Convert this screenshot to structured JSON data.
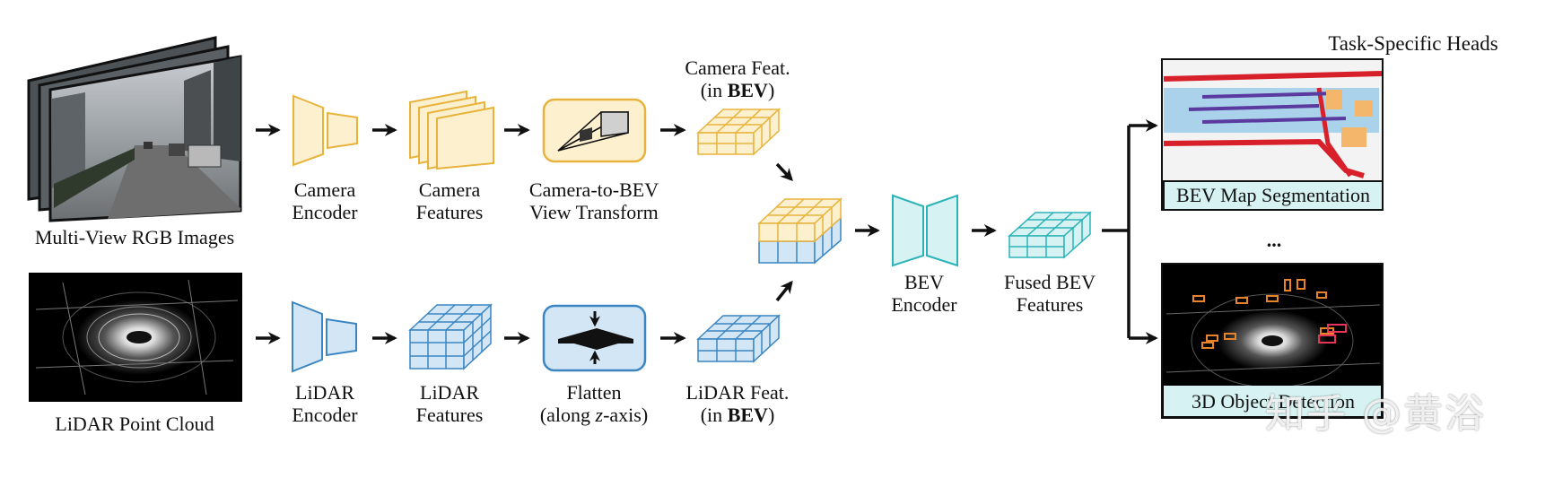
{
  "inputs": {
    "camera_label": "Multi-View RGB Images",
    "lidar_label": "LiDAR Point Cloud"
  },
  "camera_branch": {
    "encoder": [
      "Camera",
      "Encoder"
    ],
    "features": [
      "Camera",
      "Features"
    ],
    "transform": [
      "Camera-to-BEV",
      "View Transform"
    ],
    "bev_feat_line1": "Camera Feat.",
    "bev_feat_prefix": "(in ",
    "bev_feat_bold": "BEV",
    "bev_feat_suffix": ")"
  },
  "lidar_branch": {
    "encoder": [
      "LiDAR",
      "Encoder"
    ],
    "features": [
      "LiDAR",
      "Features"
    ],
    "flatten_line1": "Flatten",
    "flatten_prefix": "(along ",
    "flatten_italic": "z",
    "flatten_suffix": "-axis)",
    "bev_feat_line1": "LiDAR Feat.",
    "bev_feat_prefix": "(in ",
    "bev_feat_bold": "BEV",
    "bev_feat_suffix": ")"
  },
  "fusion": {
    "bev_encoder": [
      "BEV",
      "Encoder"
    ],
    "fused_features": [
      "Fused BEV",
      "Features"
    ]
  },
  "heads": {
    "title": "Task-Specific Heads",
    "segmentation": "BEV Map Segmentation",
    "ellipsis": "...",
    "detection": "3D Object Detection"
  },
  "watermark": "知乎 @黄浴",
  "colors": {
    "camera_stroke": "#e8b33c",
    "camera_fill": "#fdf0cf",
    "lidar_stroke": "#3b86c2",
    "lidar_fill": "#d3e6f6",
    "bev_stroke": "#2bb3b7",
    "bev_fill": "#d6f2f2",
    "head_caption_bg": "#d6f2f2"
  }
}
